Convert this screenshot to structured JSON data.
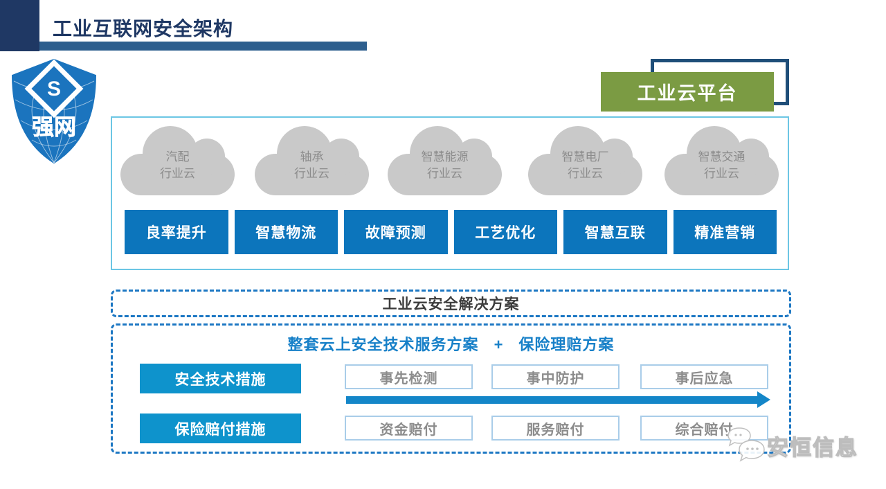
{
  "header": {
    "title": "工业互联网安全架构"
  },
  "shield_logo": {
    "text": "强网",
    "emblem": "S"
  },
  "platform": {
    "label": "工业云平台"
  },
  "clouds": [
    {
      "line1": "汽配",
      "line2": "行业云"
    },
    {
      "line1": "轴承",
      "line2": "行业云"
    },
    {
      "line1": "智慧能源",
      "line2": "行业云"
    },
    {
      "line1": "智慧电厂",
      "line2": "行业云"
    },
    {
      "line1": "智慧交通",
      "line2": "行业云"
    }
  ],
  "apps": [
    "良率提升",
    "智慧物流",
    "故障预测",
    "工艺优化",
    "智慧互联",
    "精准营销"
  ],
  "solution": {
    "title": "工业云安全解决方案",
    "subtitle": {
      "left": "整套云上安全技术服务方案",
      "plus": "+",
      "right": "保险理赔方案"
    },
    "rows": [
      {
        "measure": "安全技术措施",
        "steps": [
          "事先检测",
          "事中防护",
          "事后应急"
        ]
      },
      {
        "measure": "保险赔付措施",
        "steps": [
          "资金赔付",
          "服务赔付",
          "综合赔付"
        ]
      }
    ]
  },
  "watermark": {
    "text": "安恒信息"
  },
  "colors": {
    "navy": "#1F3864",
    "header_bar": "#2E5F8E",
    "primary_blue": "#0C75BC",
    "cyan_blue": "#0E93CC",
    "dashed_border": "#1C77C3",
    "container_border": "#6CC6E4",
    "cloud_gray": "#C9C9C9",
    "platform_green": "#7B9B43",
    "platform_outline": "#1F4E79",
    "arrow_blue": "#1486C8"
  }
}
